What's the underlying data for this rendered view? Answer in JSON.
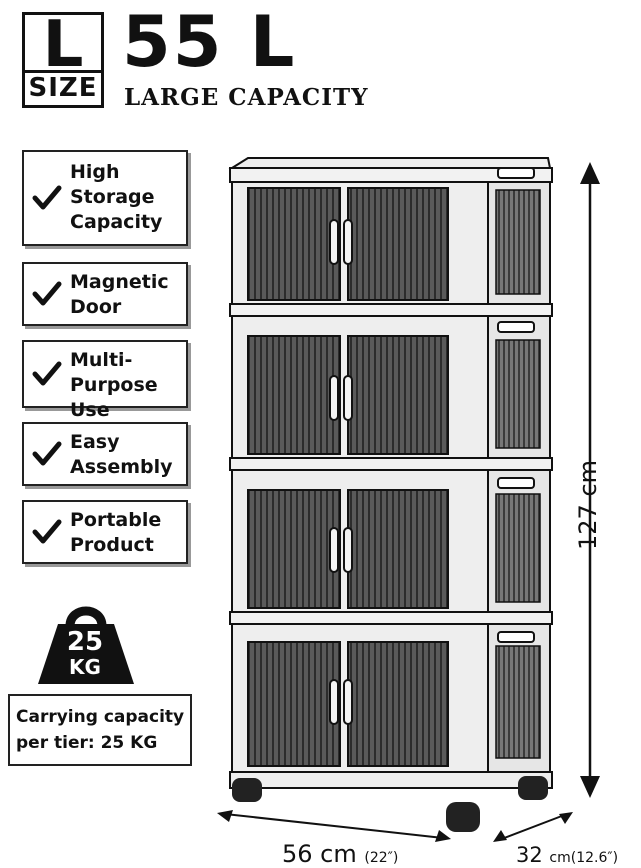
{
  "header": {
    "size_letter": "L",
    "size_word": "SIZE",
    "capacity": "55 L",
    "capacity_subtitle": "LARGE CAPACITY"
  },
  "features": [
    {
      "label": "High Storage Capacity",
      "icon": "check-icon"
    },
    {
      "label": "Magnetic Door",
      "icon": "check-icon"
    },
    {
      "label": "Multi-Purpose Use",
      "icon": "check-icon"
    },
    {
      "label": "Easy Assembly",
      "icon": "check-icon"
    },
    {
      "label": "Portable Product",
      "icon": "check-icon"
    }
  ],
  "weight": {
    "number": "25",
    "unit": "KG",
    "description": "Carrying capacity per tier: 25 KG"
  },
  "dimensions": {
    "height": "127 cm",
    "width": "56 cm",
    "width_inches": "(22″)",
    "depth": "32",
    "depth_unit": "cm",
    "depth_inches": "(12.6″)"
  },
  "colors": {
    "ink": "#111111",
    "door_dark": "#555555",
    "frame_light": "#eeeeee"
  }
}
